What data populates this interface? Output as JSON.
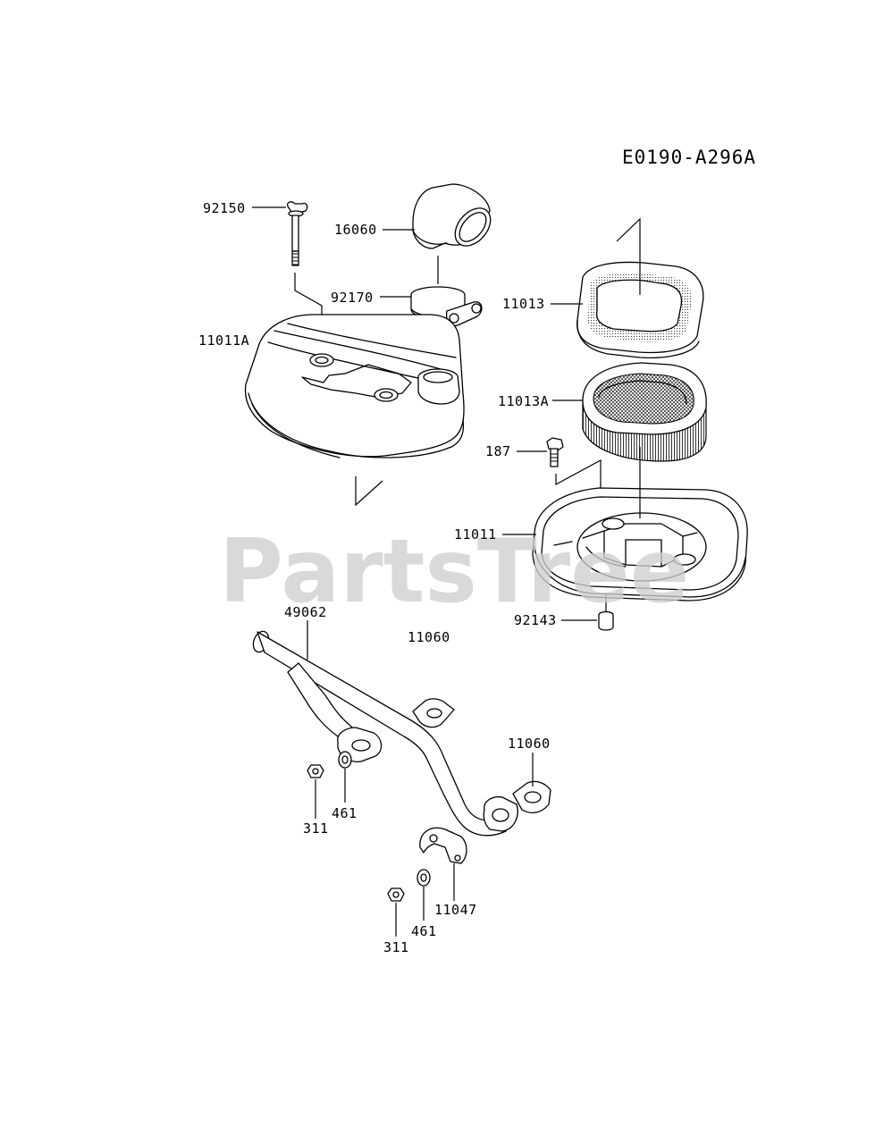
{
  "diagram_code": "E0190-A296A",
  "watermark": "PartsTree",
  "parts": [
    {
      "id": "p92150",
      "number": "92150"
    },
    {
      "id": "p16060",
      "number": "16060"
    },
    {
      "id": "p92170",
      "number": "92170"
    },
    {
      "id": "p11011A",
      "number": "11011A"
    },
    {
      "id": "p11013",
      "number": "11013"
    },
    {
      "id": "p11013A",
      "number": "11013A"
    },
    {
      "id": "p187",
      "number": "187"
    },
    {
      "id": "p11011",
      "number": "11011"
    },
    {
      "id": "p92143",
      "number": "92143"
    },
    {
      "id": "p49062",
      "number": "49062"
    },
    {
      "id": "p11060a",
      "number": "11060"
    },
    {
      "id": "p11060b",
      "number": "11060"
    },
    {
      "id": "p461a",
      "number": "461"
    },
    {
      "id": "p311a",
      "number": "311"
    },
    {
      "id": "p11047",
      "number": "11047"
    },
    {
      "id": "p461b",
      "number": "461"
    },
    {
      "id": "p311b",
      "number": "311"
    }
  ]
}
